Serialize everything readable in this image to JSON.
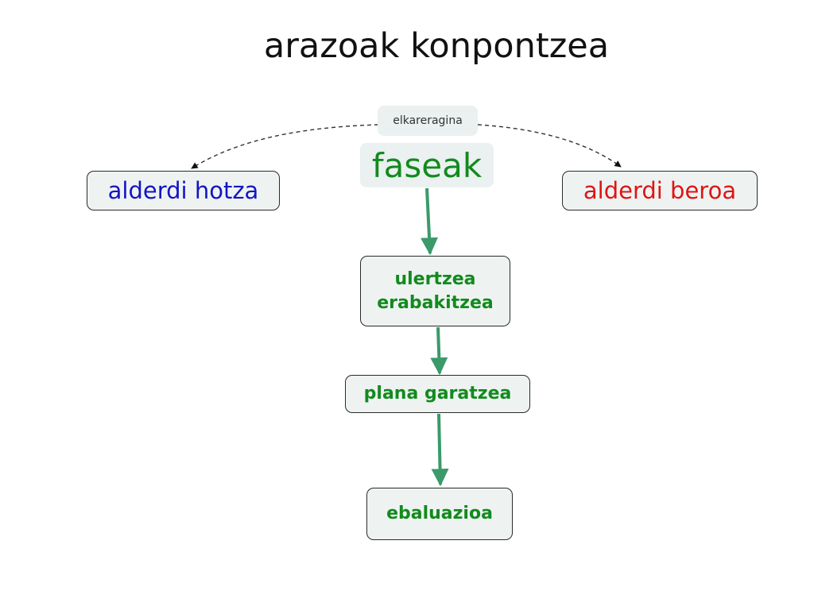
{
  "title": "arazoak konpontzea",
  "link_label": "elkareragina",
  "hub": "faseak",
  "left_node": "alderdi hotza",
  "right_node": "alderdi beroa",
  "steps": [
    {
      "lines": [
        "ulertzea",
        "erabakitzea"
      ]
    },
    {
      "lines": [
        "plana garatzea"
      ]
    },
    {
      "lines": [
        "ebaluazioa"
      ]
    }
  ],
  "colors": {
    "hub_text": "#138a1e",
    "left_text": "#1414c4",
    "right_text": "#e01414",
    "step_text": "#138a1e",
    "arrow": "#3a9a6a",
    "dashed": "#333333",
    "node_fill": "#eef3f2"
  }
}
